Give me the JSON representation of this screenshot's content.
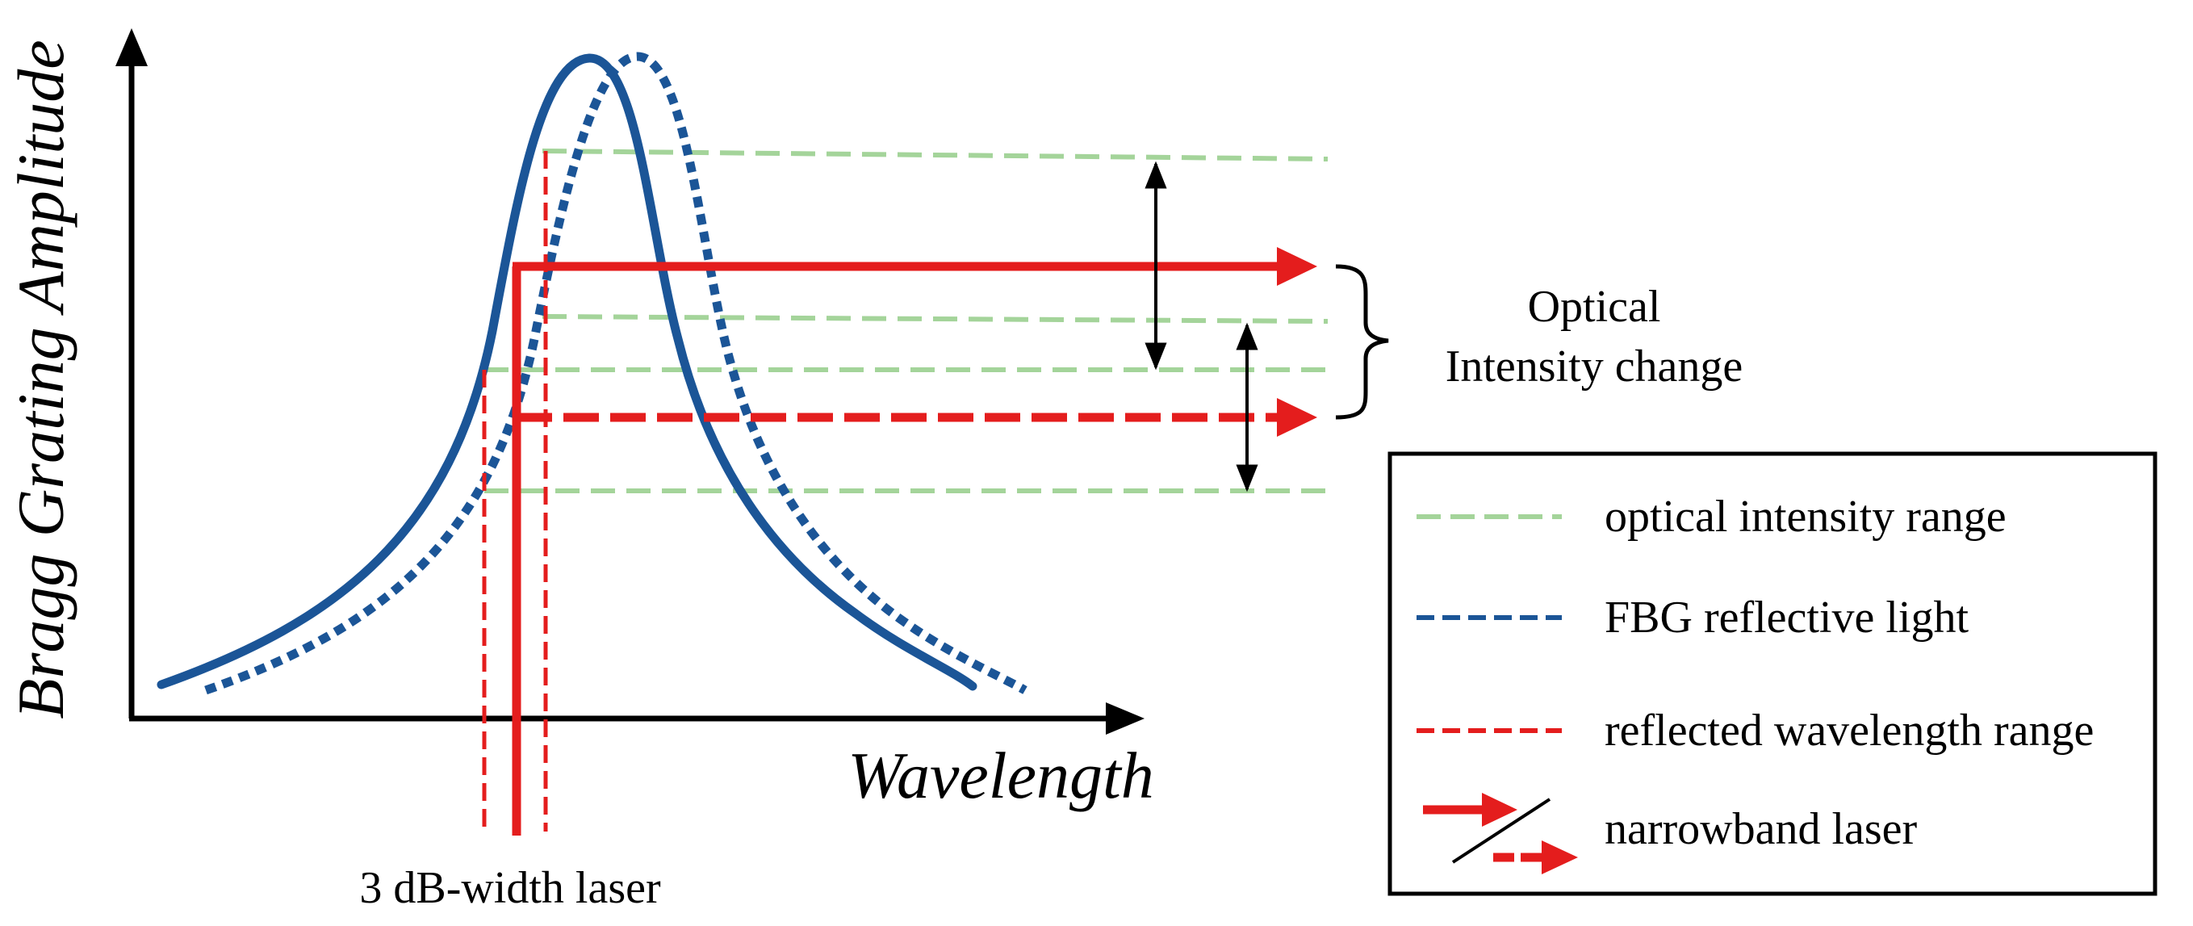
{
  "axes": {
    "x_label": "Wavelength",
    "y_label": "Bragg Grating Amplitude"
  },
  "annotations": {
    "laser_width": "3 dB-width laser",
    "intensity_change_line1": "Optical",
    "intensity_change_line2": "Intensity change"
  },
  "legend": {
    "items": [
      {
        "label": "optical intensity range",
        "style": "dashed",
        "color": "#a4d49a"
      },
      {
        "label": "FBG reflective light",
        "style": "dashed",
        "color": "#1b5597"
      },
      {
        "label": "reflected wavelength range",
        "style": "dashed",
        "color": "#e41d1d"
      },
      {
        "label": "narrowband laser",
        "style": "arrows",
        "color": "#e41d1d"
      }
    ]
  },
  "colors": {
    "fbg_curve": "#1b5597",
    "laser": "#e41d1d",
    "intensity_range": "#a4d49a",
    "axis": "#000000"
  }
}
